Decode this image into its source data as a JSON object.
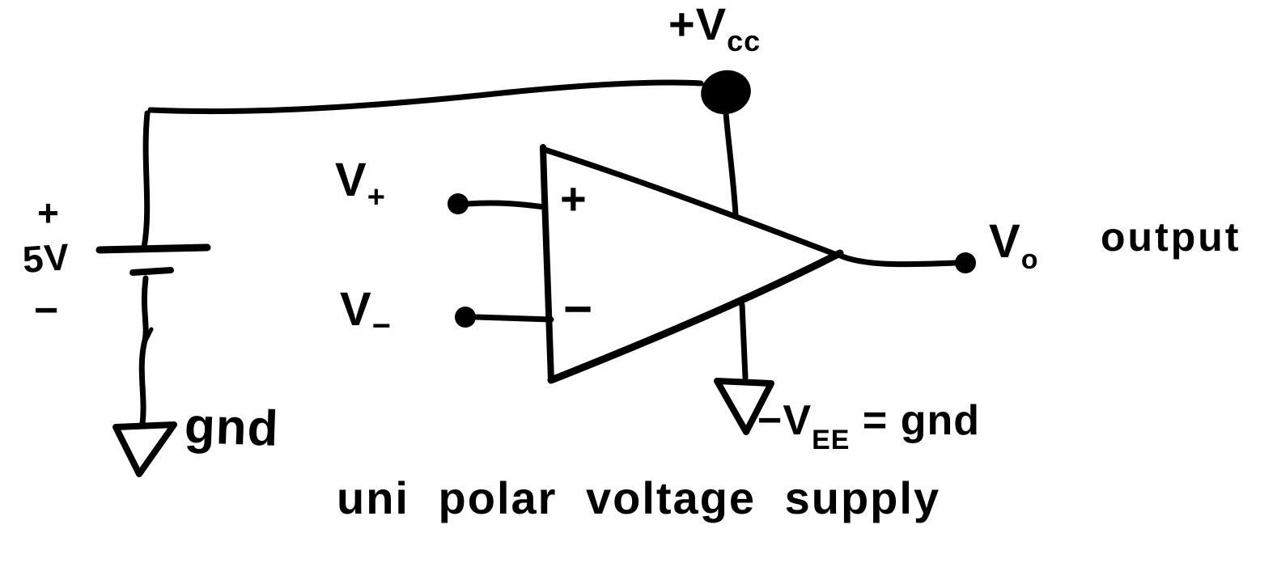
{
  "background_color": "#ffffff",
  "ink_color": "#000000",
  "diagram": {
    "type": "hand-drawn circuit sketch",
    "labels": {
      "vcc": {
        "main": "+V",
        "sub": "cc"
      },
      "battery": {
        "plus": "+",
        "value": "5V",
        "minus": "−"
      },
      "gnd_left": "gnd",
      "v_plus": {
        "main": "V",
        "sub": "+"
      },
      "v_minus": {
        "main": "V",
        "sub": "−"
      },
      "opamp_plus": "+",
      "opamp_minus": "−",
      "v_out": {
        "main": "V",
        "sub": "o"
      },
      "output": "output",
      "vee": {
        "main": "−V",
        "sub": "EE",
        "equals": "= gnd"
      },
      "caption": "uni polar voltage supply"
    },
    "symbols": {
      "battery": "battery-cell-symbol",
      "ground_left": "ground-symbol",
      "ground_right": "ground-symbol",
      "opamp": "opamp-triangle-symbol",
      "vcc_node": "solder-blob-node",
      "input_plus_node": "terminal-dot",
      "input_minus_node": "terminal-dot",
      "output_node": "terminal-dot"
    }
  }
}
